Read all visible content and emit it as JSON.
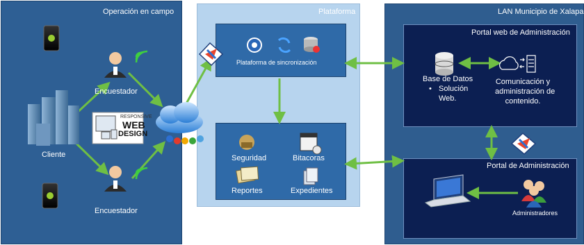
{
  "campo": {
    "title": "Operación en campo",
    "encuestador_top": "Encuestador",
    "encuestador_bottom": "Encuestador",
    "cliente": "Cliente",
    "web_design": [
      "RESPONSIVE",
      "WEB",
      "DESIGN"
    ]
  },
  "plataforma": {
    "title": "Plataforma",
    "sync_label": "Plataforma de sincronización",
    "seguridad": "Seguridad",
    "bitacoras": "Bitacoras",
    "reportes": "Reportes",
    "expedientes": "Expedientes"
  },
  "lan": {
    "title": "LAN Municipio de Xalapa",
    "portal_web_title": "Portal web de Administración",
    "base_datos": "Base de Datos",
    "solucion": "Solución",
    "web": "Web.",
    "comunicacion_1": "Comunicación y",
    "comunicacion_2": "administración de",
    "comunicacion_3": "contenido.",
    "portal_admin_title": "Portal de Administración",
    "administradores": "Administradores"
  },
  "colors": {
    "arrow_green": "#6fbf44",
    "panel_blue": "#2e5f94",
    "plataforma_bg": "#b7d4ee",
    "portal_dark": "#0c1f52"
  }
}
